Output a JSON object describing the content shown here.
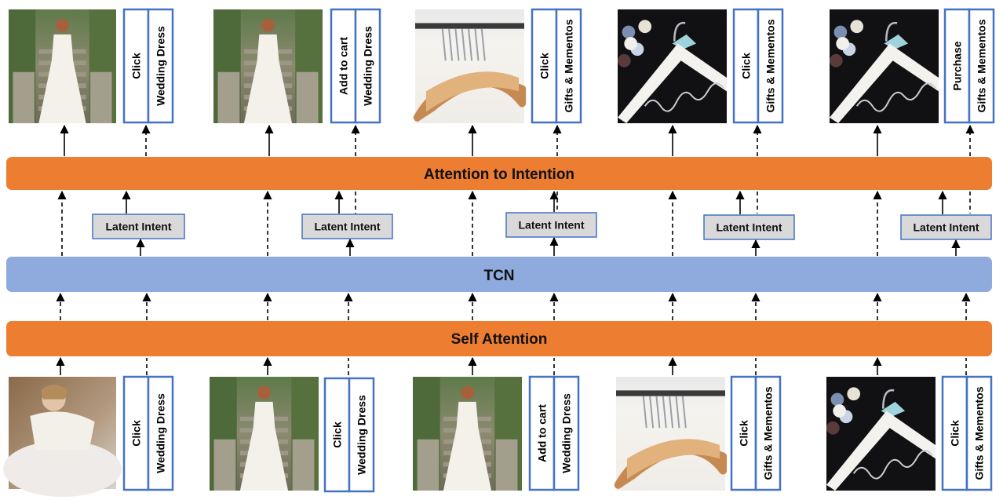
{
  "colors": {
    "orange_bar": "#ED7D31",
    "blue_bar": "#8FAADC",
    "tag_border": "#4472C4",
    "intent_fill": "#D9D9D9"
  },
  "bars": {
    "attention_to_intention": "Attention to Intention",
    "tcn": "TCN",
    "self_attention": "Self Attention"
  },
  "latent_intent_label": "Latent Intent",
  "top_row": [
    {
      "image": "woman-in-white-lace-dress-photo",
      "action": "Click",
      "category": "Wedding Dress"
    },
    {
      "image": "woman-in-white-lace-dress-photo",
      "action": "Add to cart",
      "category": "Wedding Dress"
    },
    {
      "image": "wooden-bride-hangers-photo",
      "action": "Click",
      "category": "Gifts & Mementos"
    },
    {
      "image": "mrs-franklin-hanger-photo",
      "action": "Click",
      "category": "Gifts & Mementos"
    },
    {
      "image": "mrs-franklin-hanger-photo",
      "action": "Purchase",
      "category": "Gifts & Mementos"
    }
  ],
  "bottom_row": [
    {
      "image": "woman-in-tulle-skirt-photo",
      "action": "Click",
      "category": "Wedding Dress"
    },
    {
      "image": "woman-in-white-lace-dress-photo",
      "action": "Click",
      "category": "Wedding Dress"
    },
    {
      "image": "woman-in-white-lace-dress-photo",
      "action": "Add to cart",
      "category": "Wedding Dress"
    },
    {
      "image": "wooden-bride-hangers-photo",
      "action": "Click",
      "category": "Gifts & Mementos"
    },
    {
      "image": "mrs-franklin-hanger-photo",
      "action": "Click",
      "category": "Gifts & Mementos"
    }
  ]
}
